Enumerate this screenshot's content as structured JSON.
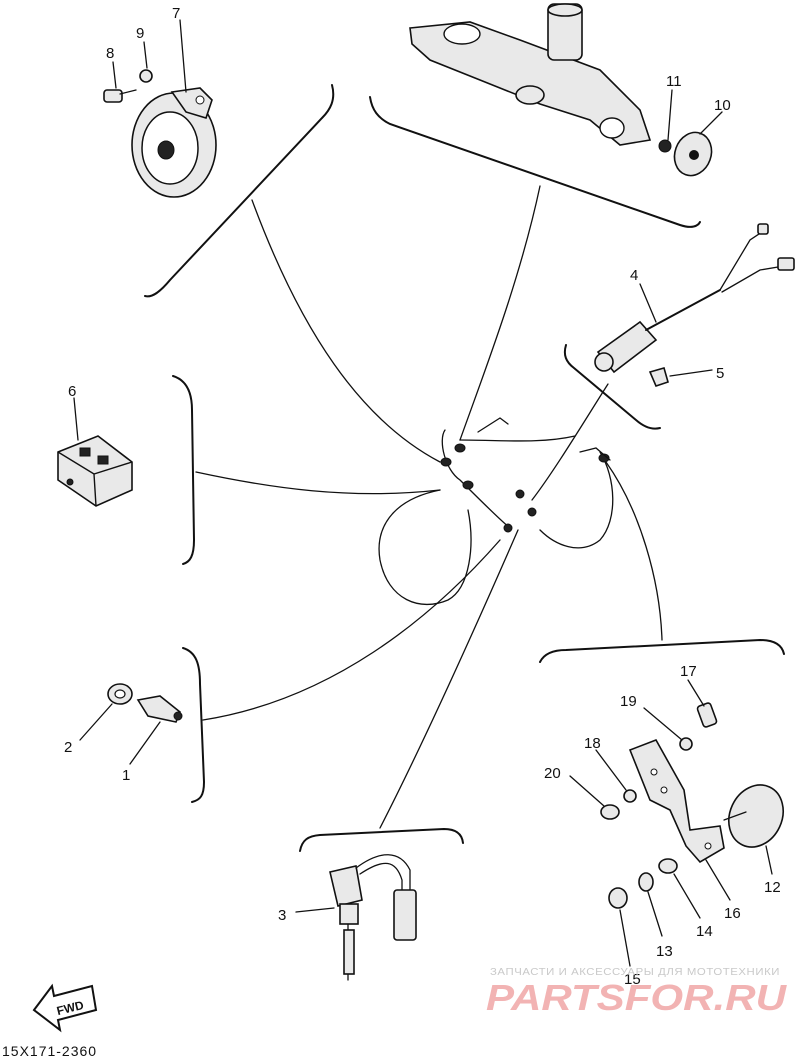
{
  "diagram": {
    "part_numbers": [
      "1",
      "2",
      "3",
      "4",
      "5",
      "6",
      "7",
      "8",
      "9",
      "10",
      "11",
      "12",
      "13",
      "14",
      "15",
      "16",
      "17",
      "18",
      "19",
      "20"
    ],
    "drawing_code": "15X171-2360",
    "fwd_label": "FWD",
    "watermark_text": "ЗАПЧАСТИ И АКСЕССУАРЫ ДЛЯ МОТОТЕХНИКИ",
    "watermark_logo": "PARTSFOR.RU",
    "colors": {
      "line": "#111111",
      "background": "#ffffff",
      "watermark": "#f2b3b3"
    }
  }
}
